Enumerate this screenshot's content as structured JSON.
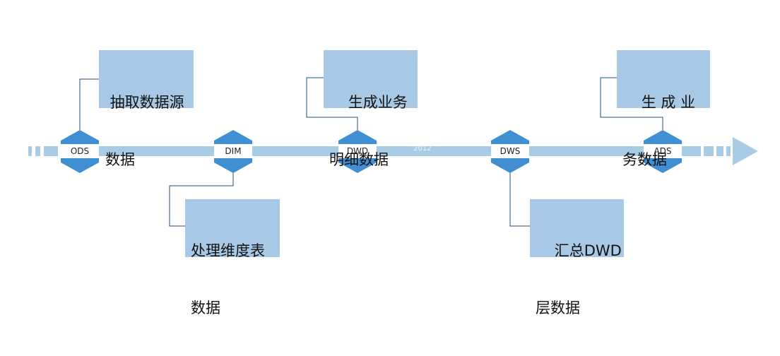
{
  "timeline": {
    "year_label": "2012",
    "colors": {
      "band": "#a9cce6",
      "hexagon": "#3f8fd2",
      "box": "#a8c9e5",
      "connector": "#1f4e79"
    }
  },
  "stages": [
    {
      "id": "ods",
      "label": "ODS",
      "description": [
        " 抽取数据源",
        "数据"
      ]
    },
    {
      "id": "dim",
      "label": "DIM",
      "description": [
        "处理维度表",
        "数据"
      ]
    },
    {
      "id": "dwd",
      "label": "DWD",
      "description": [
        "    生成业务",
        "明细数据"
      ]
    },
    {
      "id": "dws",
      "label": "DWS",
      "description": [
        "    汇总DWD",
        "层数据"
      ]
    },
    {
      "id": "ads",
      "label": "ADS",
      "description": [
        "    生 成 业",
        "务数据"
      ]
    }
  ]
}
